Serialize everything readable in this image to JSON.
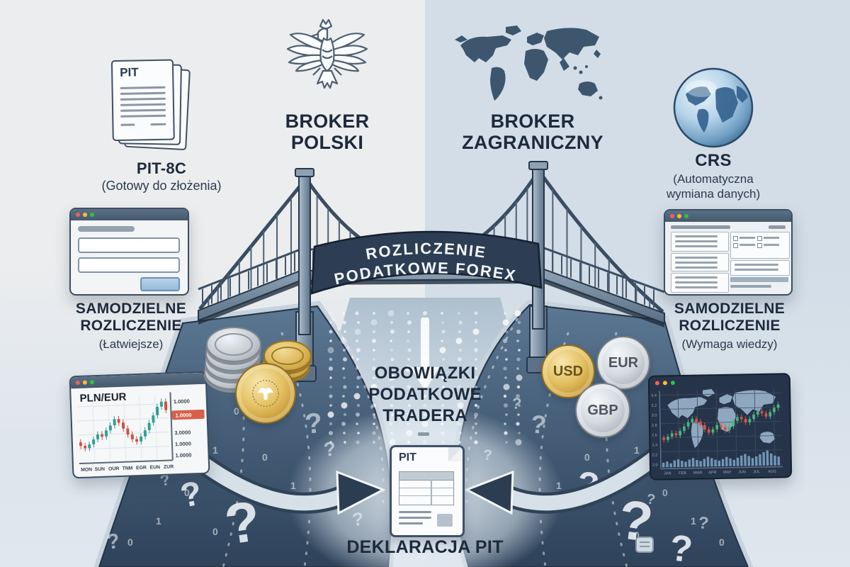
{
  "header": {
    "broker_left": {
      "line1": "BROKER",
      "line2": "POLSKI"
    },
    "broker_right": {
      "line1": "BROKER",
      "line2": "ZAGRANICZNY"
    }
  },
  "banner": {
    "line1": "ROZLICZENIE",
    "line2": "PODATKOWE FOREX"
  },
  "left_column": {
    "pit8c": {
      "doc_label": "PIT",
      "title": "PIT-8C",
      "subtitle": "(Gotowy do złożenia)"
    },
    "settlement": {
      "line1": "SAMODZIELNE",
      "line2": "ROZLICZENIE",
      "note": "(Łatwiejsze)"
    }
  },
  "right_column": {
    "crs": {
      "title": "CRS",
      "note_line1": "(Automatyczna",
      "note_line2": "wymiana danych)"
    },
    "settlement": {
      "line1": "SAMODZIELNE",
      "line2": "ROZLICZENIE",
      "note": "(Wymaga wiedzy)"
    },
    "coins": [
      "USD",
      "EUR",
      "GBP"
    ]
  },
  "center": {
    "obligations": {
      "line1": "OBOWIĄZKI",
      "line2": "PODATKOWE",
      "line3": "TRADERA"
    },
    "declaration": {
      "doc_label": "PIT",
      "caption": "DEKLARACJA PIT"
    }
  },
  "charts": {
    "pln_eur": {
      "title": "PLN/EUR",
      "y_labels": [
        "1.0000",
        "3.0000",
        "1.0000",
        "1.0000"
      ],
      "price_tag": "1.0000",
      "x_labels": [
        "MON",
        "SUN",
        "OUR",
        "TNM",
        "EGR",
        "EUN",
        "ZUR"
      ],
      "values": [
        30,
        24,
        20,
        26,
        34,
        42,
        38,
        48,
        56,
        66,
        60,
        50,
        40,
        32,
        28,
        36,
        46,
        58,
        70,
        84,
        92,
        78
      ],
      "up_color": "#2f9e97",
      "down_color": "#cf4f40"
    },
    "global": {
      "y_labels": [
        "3.4",
        "3.2",
        "3.0",
        "2.8",
        "2.6",
        "2.4",
        "2.2",
        "2.0"
      ],
      "x_labels": [
        "JAN",
        "FEB",
        "MAR",
        "APR",
        "MAY",
        "JUN",
        "JUL",
        "AUG"
      ],
      "values": [
        26,
        22,
        28,
        34,
        30,
        38,
        46,
        54,
        60,
        55,
        48,
        40,
        34,
        40,
        48,
        44,
        38,
        45,
        55,
        62,
        58,
        52,
        58,
        66,
        72,
        68,
        62,
        70,
        78,
        84
      ],
      "volumes": [
        18,
        22,
        15,
        26,
        30,
        24,
        20,
        28,
        34,
        26,
        22,
        30,
        38,
        32,
        26,
        22,
        28,
        36,
        30,
        24,
        32,
        40,
        46,
        38,
        30,
        36,
        44,
        52,
        58,
        46,
        38,
        34
      ],
      "up_color": "#4fb380",
      "down_color": "#d9564a"
    }
  },
  "decor": {
    "question_mark": "?",
    "digit_zero": "0",
    "digit_one": "1"
  },
  "colors": {
    "heading": "#1d2a3c",
    "banner_bg": "#2c3d54",
    "road": "#3d566e",
    "map": "#3d566e",
    "arrow": "#2c3d52",
    "price_tag_bg": "#d8604a"
  }
}
